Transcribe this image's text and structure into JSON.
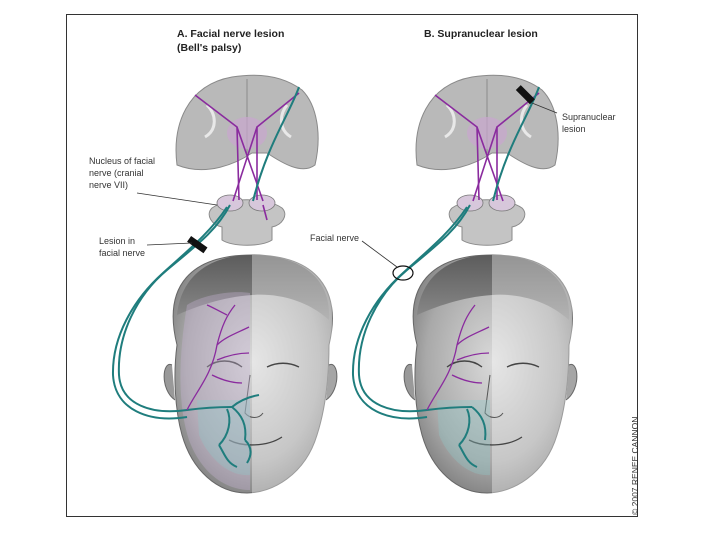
{
  "panel_a": {
    "title_line1": "A. Facial nerve lesion",
    "title_line2": "(Bell's palsy)"
  },
  "panel_b": {
    "title": "B. Supranuclear lesion"
  },
  "labels": {
    "nucleus_line1": "Nucleus of facial",
    "nucleus_line2": "nerve (cranial",
    "nucleus_line3": "nerve VII)",
    "lesion_line1": "Lesion in",
    "lesion_line2": "facial nerve",
    "facial_nerve": "Facial nerve",
    "supranuclear_line1": "Supranuclear",
    "supranuclear_line2": "lesion"
  },
  "credit": "© 2007 RENEE CANNON",
  "colors": {
    "upper_pathway": "#8a2b9e",
    "lower_pathway": "#1f7d7d",
    "lesion_marker": "#111111",
    "brain": "#b9b9b9"
  }
}
